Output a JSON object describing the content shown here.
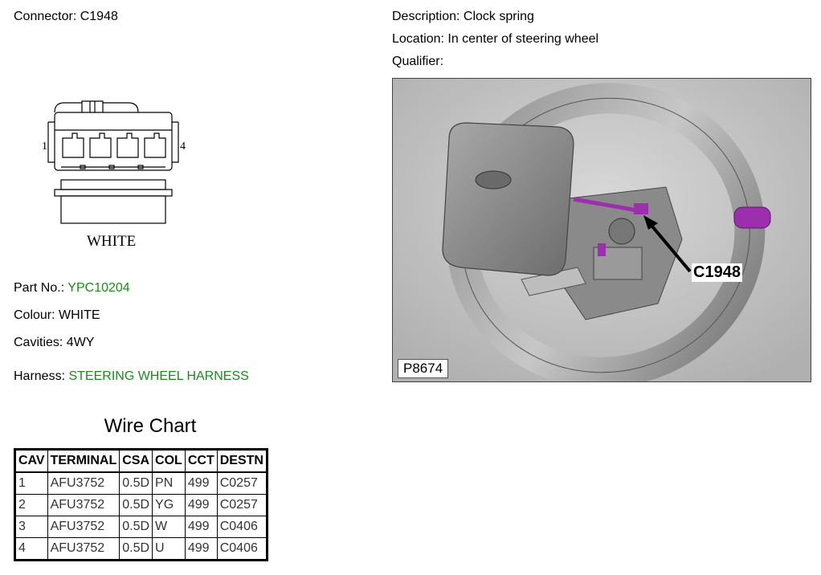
{
  "header": {
    "connector_label": "Connector: C1948",
    "description_label": "Description: Clock spring",
    "location_label": "Location: In center of steering wheel",
    "qualifier_label": "Qualifier:"
  },
  "connector_drawing": {
    "pin_left": "1",
    "pin_right": "4",
    "color_text": "WHITE"
  },
  "details": {
    "part_no_label": "Part No.: ",
    "part_no_value": "YPC10204",
    "colour_label": "Colour: WHITE",
    "cavities_label": "Cavities: 4WY",
    "harness_label": "Harness: ",
    "harness_value": "STEERING WHEEL HARNESS",
    "link_color": "#1a8a1a"
  },
  "photo": {
    "callout": "C1948",
    "image_id": "P8674",
    "highlight_color": "#9b2fae"
  },
  "wire_chart": {
    "title": "Wire Chart",
    "columns": [
      "CAV",
      "TERMINAL",
      "CSA",
      "COL",
      "CCT",
      "DESTN"
    ],
    "rows": [
      [
        "1",
        "AFU3752",
        "0.5D",
        "PN",
        "499",
        "C0257"
      ],
      [
        "2",
        "AFU3752",
        "0.5D",
        "YG",
        "499",
        "C0257"
      ],
      [
        "3",
        "AFU3752",
        "0.5D",
        "W",
        "499",
        "C0406"
      ],
      [
        "4",
        "AFU3752",
        "0.5D",
        "U",
        "499",
        "C0406"
      ]
    ]
  }
}
